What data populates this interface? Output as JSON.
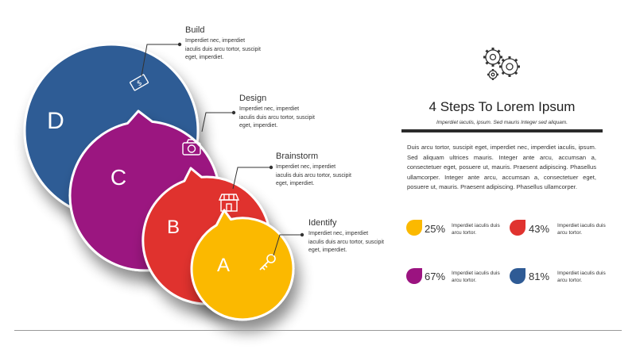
{
  "steps": [
    {
      "letter": "D",
      "title": "Build",
      "desc": "Imperdiet nec, imperdiet iaculis duis arcu tortor, suscipit eget, imperdiet.",
      "color": "#2f5b95",
      "icon": "money-icon"
    },
    {
      "letter": "C",
      "title": "Design",
      "desc": "Imperdiet nec, imperdiet iaculis duis arcu tortor, suscipit eget, imperdiet.",
      "color": "#9b1380",
      "icon": "camera-icon"
    },
    {
      "letter": "B",
      "title": "Brainstorm",
      "desc": "Imperdiet nec, imperdiet iaculis duis arcu tortor, suscipit eget, imperdiet.",
      "color": "#e0332f",
      "icon": "store-icon"
    },
    {
      "letter": "A",
      "title": "Identify",
      "desc": "Imperdiet nec, imperdiet iaculis duis arcu tortor, suscipit eget, imperdiet.",
      "color": "#fbb900",
      "icon": "key-icon"
    }
  ],
  "header": {
    "icon": "gears-icon",
    "title": "4 Steps To Lorem Ipsum",
    "subtitle": "Imperdiet iaculis, ipsum. Sed mauris Integer sed aliquam."
  },
  "body_text": "Duis arcu tortor, suscipit eget, imperdiet nec, imperdiet iaculis, ipsum. Sed aliquam ultrices mauris. Integer ante arcu, accumsan a, consectetuer eget, posuere ut, mauris. Praesent adipiscing. Phasellus ullamcorper. Integer ante arcu, accumsan a, consectetuer eget, posuere ut, mauris. Praesent adipiscing. Phasellus ullamcorper.",
  "stats": [
    {
      "pct": "25%",
      "desc": "Imperdiet iaculis duis arcu tortor.",
      "color": "#fbb900"
    },
    {
      "pct": "43%",
      "desc": "Imperdiet iaculis duis arcu tortor.",
      "color": "#e0332f"
    },
    {
      "pct": "67%",
      "desc": "Imperdiet iaculis duis arcu tortor.",
      "color": "#9b1380"
    },
    {
      "pct": "81%",
      "desc": "Imperdiet iaculis duis arcu tortor.",
      "color": "#2f5b95"
    }
  ]
}
